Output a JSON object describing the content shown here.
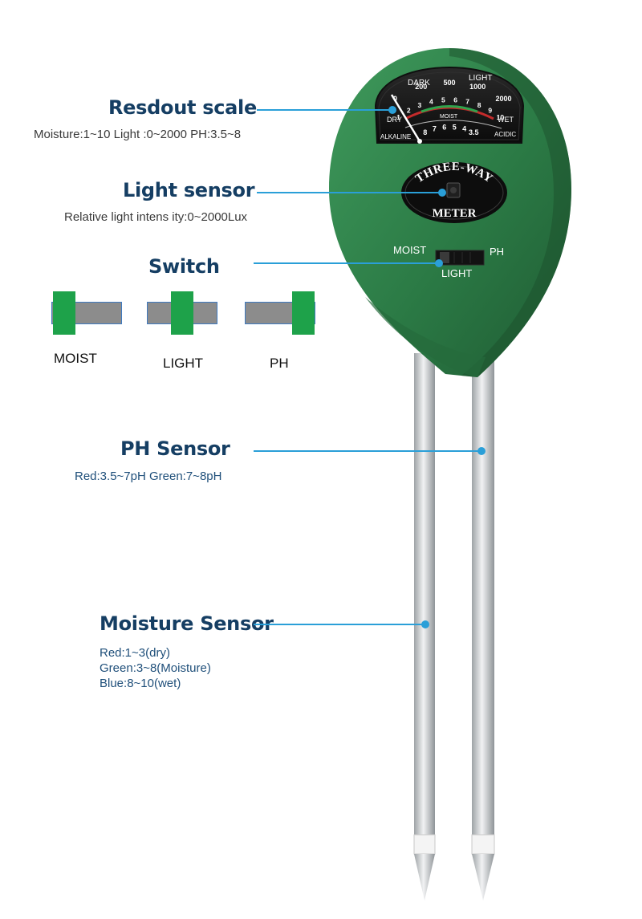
{
  "callouts": {
    "readout": {
      "title": "Resdout scale",
      "desc": "Moisture:1~10   Light :0~2000  PH:3.5~8"
    },
    "light": {
      "title": "Light sensor",
      "desc": "Relative light intens ity:0~2000Lux"
    },
    "switch": {
      "title": "Switch"
    },
    "ph": {
      "title": "PH Sensor",
      "desc": "Red:3.5~7pH    Green:7~8pH"
    },
    "moisture": {
      "title": "Moisture Sensor",
      "lines": [
        "Red:1~3(dry)",
        "Green:3~8(Moisture)",
        "Blue:8~10(wet)"
      ]
    }
  },
  "switch_positions": [
    {
      "label": "MOIST"
    },
    {
      "label": "LIGHT"
    },
    {
      "label": "PH"
    }
  ],
  "device": {
    "brand_top": "THREE-WAY",
    "brand_bottom": "METER",
    "switch_labels": {
      "left": "MOIST",
      "right": "PH",
      "bottom": "LIGHT"
    },
    "dial": {
      "left_top": "DARK",
      "left_side": "DRY",
      "right_top": "LIGHT",
      "right_side": "WET",
      "center": "MOIST",
      "light_numbers": [
        "0",
        "200",
        "500",
        "1000",
        "2000"
      ],
      "moist_numbers": [
        "1",
        "2",
        "3",
        "4",
        "5",
        "6",
        "7",
        "8",
        "9",
        "10"
      ],
      "ph_numbers": [
        "8",
        "7",
        "6",
        "5",
        "4",
        "3.5"
      ],
      "alkaline": "ALKALINE",
      "acidic": "ACIDIC"
    }
  },
  "colors": {
    "heading": "#153e63",
    "leader": "#2a9fd8",
    "device_green": "#2b7a45",
    "switch_knob": "#1ea24a",
    "switch_track": "#8c8c8c"
  }
}
